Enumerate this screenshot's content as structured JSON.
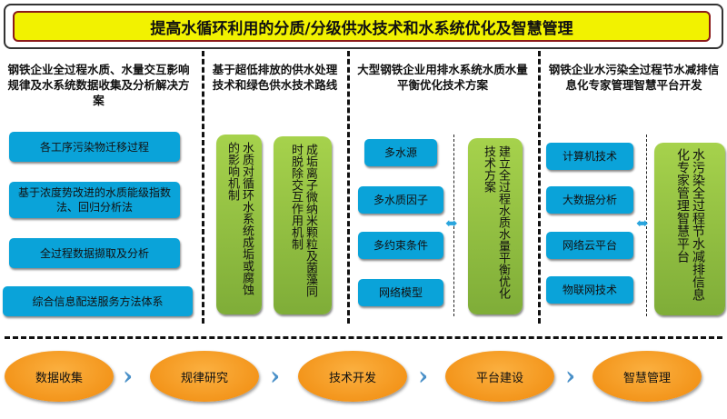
{
  "title": "提高水循环利用的分质/分级供水技术和水系统优化及智慧管理",
  "columns": [
    {
      "heading": "钢铁企业全过程水质、水量交互影响规律及水系统数据收集及分析解决方案",
      "items": [
        "各工序污染物迁移过程",
        "基于浓度势改进的水质能级指数法、回归分析法",
        "全过程数据撷取及分析",
        "综合信息配送服务方法体系"
      ]
    },
    {
      "heading": "基于超低排放的供水处理技术和绿色供水技术路线",
      "green": [
        "水质对循环水系统成垢或腐蚀的影响机制",
        "成垢离子微纳米颗粒及菌藻同时脱除交互作用机制"
      ]
    },
    {
      "heading": "大型钢铁企业用排水系统水质水量平衡优化技术方案",
      "items": [
        "多水源",
        "多水质因子",
        "多约束条件",
        "网络模型"
      ],
      "green": "建立全过程水质水量平衡优化技术方案"
    },
    {
      "heading": "钢铁企业水污染全过程节水减排信息化专家管理智慧平台开发",
      "items": [
        "计算机技术",
        "大数据分析",
        "网络云平台",
        "物联网技术"
      ],
      "green": "水污染全过程节水减排信息化专家管理智慧平台"
    }
  ],
  "flow": [
    "数据收集",
    "规律研究",
    "技术开发",
    "平台建设",
    "智慧管理"
  ]
}
